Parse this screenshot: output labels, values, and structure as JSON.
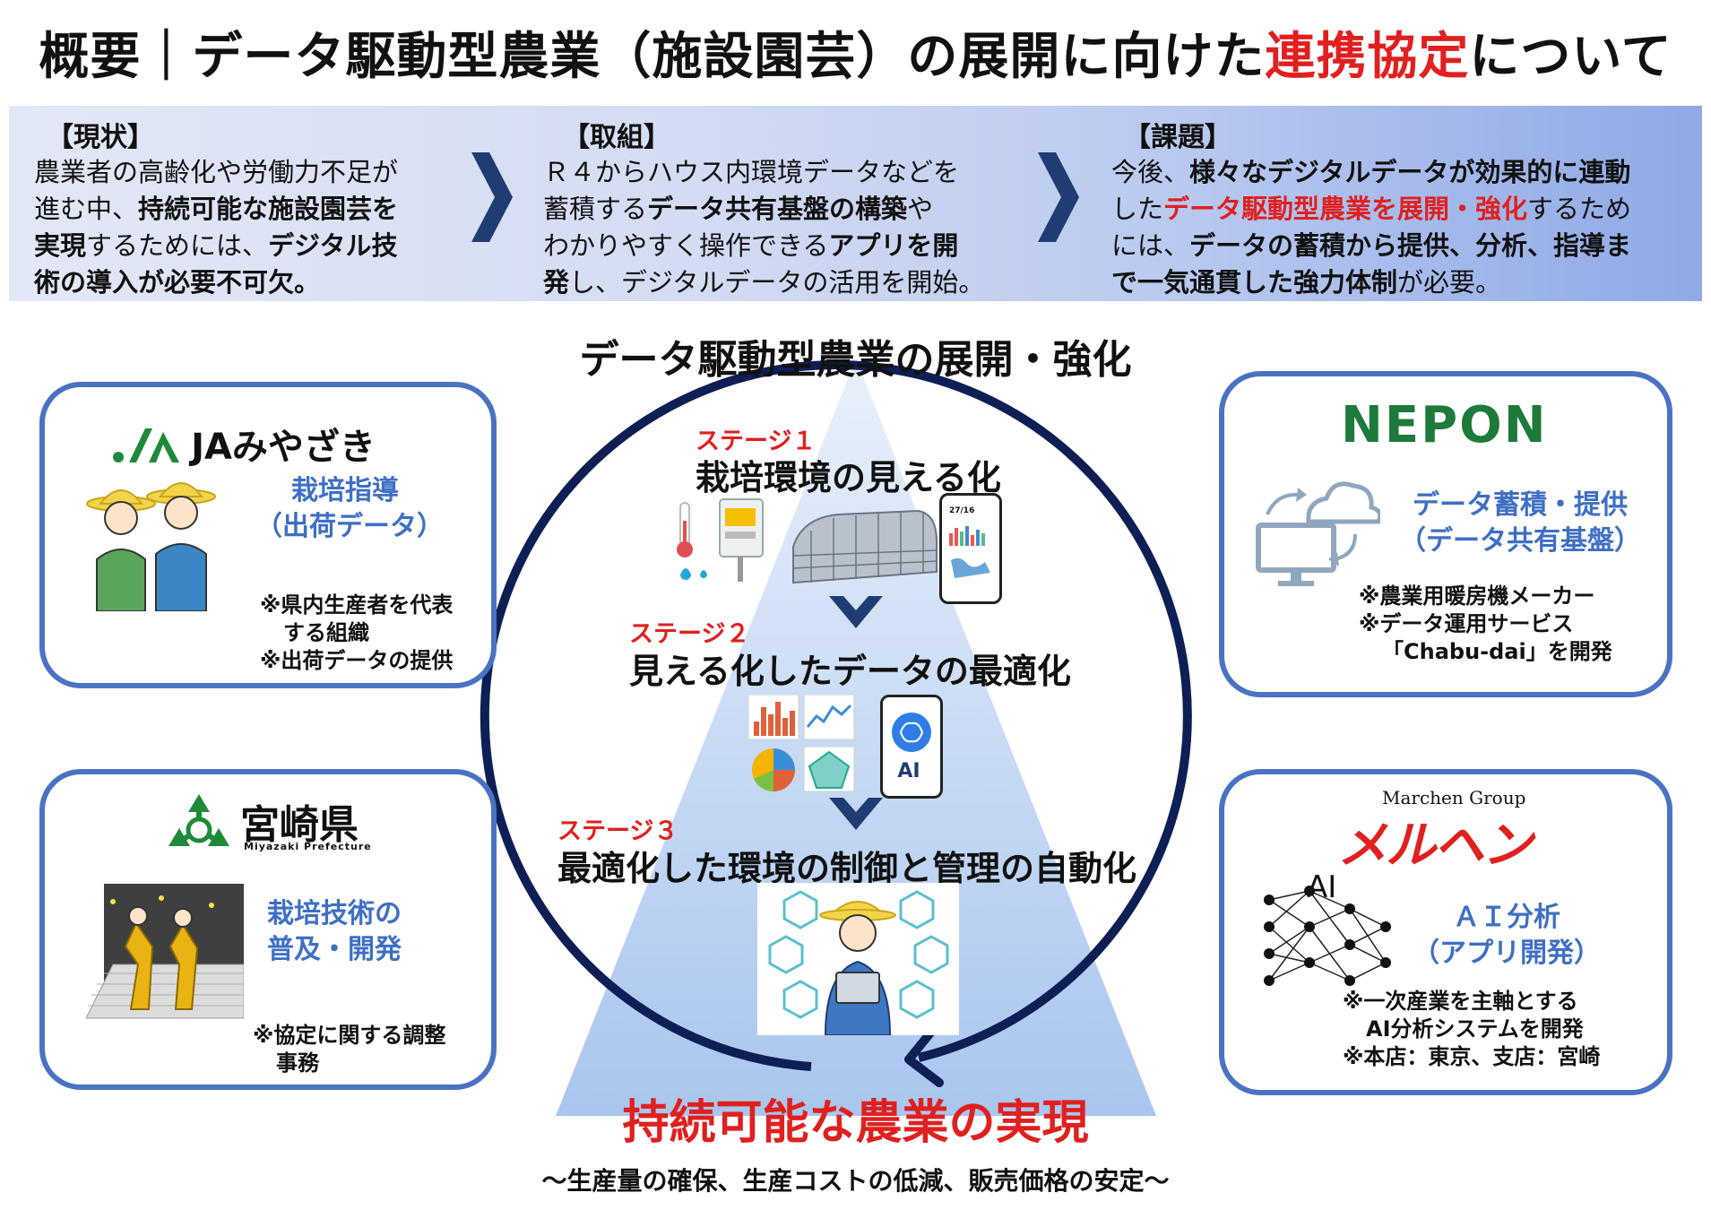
{
  "title": {
    "part1": "概要｜データ駆動型農業（施設園芸）の展開に向けた",
    "part2": "連携協定",
    "part3": "について"
  },
  "banner": {
    "current": {
      "heading": "【現状】",
      "l1": "農業者の高齢化や労働力不足が",
      "l2a": "進む中、",
      "l2b": "持続可能な施設園芸を",
      "l3a": "実現",
      "l3b": "するためには、",
      "l3c": "デジタル技",
      "l4": "術の導入が必要不可欠。"
    },
    "action": {
      "heading": "【取組】",
      "l1": "Ｒ４からハウス内環境データなどを",
      "l2a": "蓄積する",
      "l2b": "データ共有基盤の構築",
      "l2c": "や",
      "l3a": "わかりやすく操作できる",
      "l3b": "アプリを開",
      "l4a": "発",
      "l4b": "し、デジタルデータの活用を開始。"
    },
    "issue": {
      "heading": "【課題】",
      "l1a": "今後、",
      "l1b": "様々なデジタルデータが効果的に連動",
      "l2a": "した",
      "l2b": "データ駆動型農業を展開・強化",
      "l2c": "するため",
      "l3a": "には、",
      "l3b": "データの蓄積から提供、分析、指導ま",
      "l4a": "で一気通貫した強力体制",
      "l4b": "が必要。"
    }
  },
  "center": {
    "heading": "データ駆動型農業の展開・強化",
    "stage1": {
      "label": "ステージ１",
      "title": "栽培環境の見える化"
    },
    "stage2": {
      "label": "ステージ２",
      "title": "見える化したデータの最適化"
    },
    "stage3": {
      "label": "ステージ３",
      "title": "最適化した環境の制御と管理の自動化"
    },
    "goal": "持続可能な農業の実現",
    "goal_sub": "～生産量の確保、生産コストの低減、販売価格の安定～",
    "phone_date": "27/16",
    "ai_label": "AI"
  },
  "partners": {
    "ja": {
      "logo": "JAみやざき",
      "role_l1": "栽培指導",
      "role_l2": "（出荷データ）",
      "note_l1": "※県内生産者を代表",
      "note_l2": "する組織",
      "note_l3": "※出荷データの提供"
    },
    "pref": {
      "logo": "宮崎県",
      "logo_sub": "Miyazaki Prefecture",
      "role_l1": "栽培技術の",
      "role_l2": "普及・開発",
      "note_l1": "※協定に関する調整",
      "note_l2": "事務"
    },
    "nepon": {
      "logo": "NEPON",
      "role_l1": "データ蓄積・提供",
      "role_l2": "（データ共有基盤）",
      "note_l1": "※農業用暖房機メーカー",
      "note_l2": "※データ運用サービス",
      "note_l3": "「Chabu-dai」を開発"
    },
    "marchen": {
      "logo_sub": "Marchen Group",
      "logo": "メルヘン",
      "ai_label": "AI",
      "role_l1": "ＡＩ分析",
      "role_l2": "（アプリ開発）",
      "note_l1": "※一次産業を主軸とする",
      "note_l2": "AI分析システムを開発",
      "note_l3": "※本店：東京、支店：宮崎"
    }
  },
  "colors": {
    "accent_red": "#e0201f",
    "box_border": "#4a72c3",
    "circle": "#0d1f55",
    "label_blue": "#3e6fc4",
    "nepon_green": "#1c7a3a"
  }
}
